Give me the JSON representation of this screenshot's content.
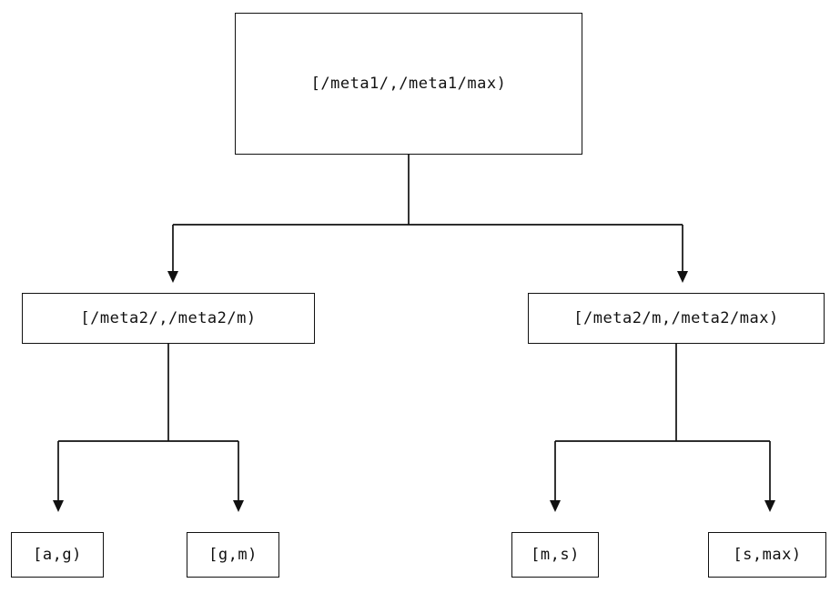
{
  "diagram": {
    "type": "tree",
    "root": {
      "label": "[/meta1/,/meta1/max)"
    },
    "level2": [
      {
        "label": "[/meta2/,/meta2/m)"
      },
      {
        "label": "[/meta2/m,/meta2/max)"
      }
    ],
    "leaves": [
      {
        "label": "[a,g)"
      },
      {
        "label": "[g,m)"
      },
      {
        "label": "[m,s)"
      },
      {
        "label": "[s,max)"
      }
    ],
    "colors": {
      "line": "#111111",
      "background": "#ffffff",
      "text": "#111111"
    }
  }
}
